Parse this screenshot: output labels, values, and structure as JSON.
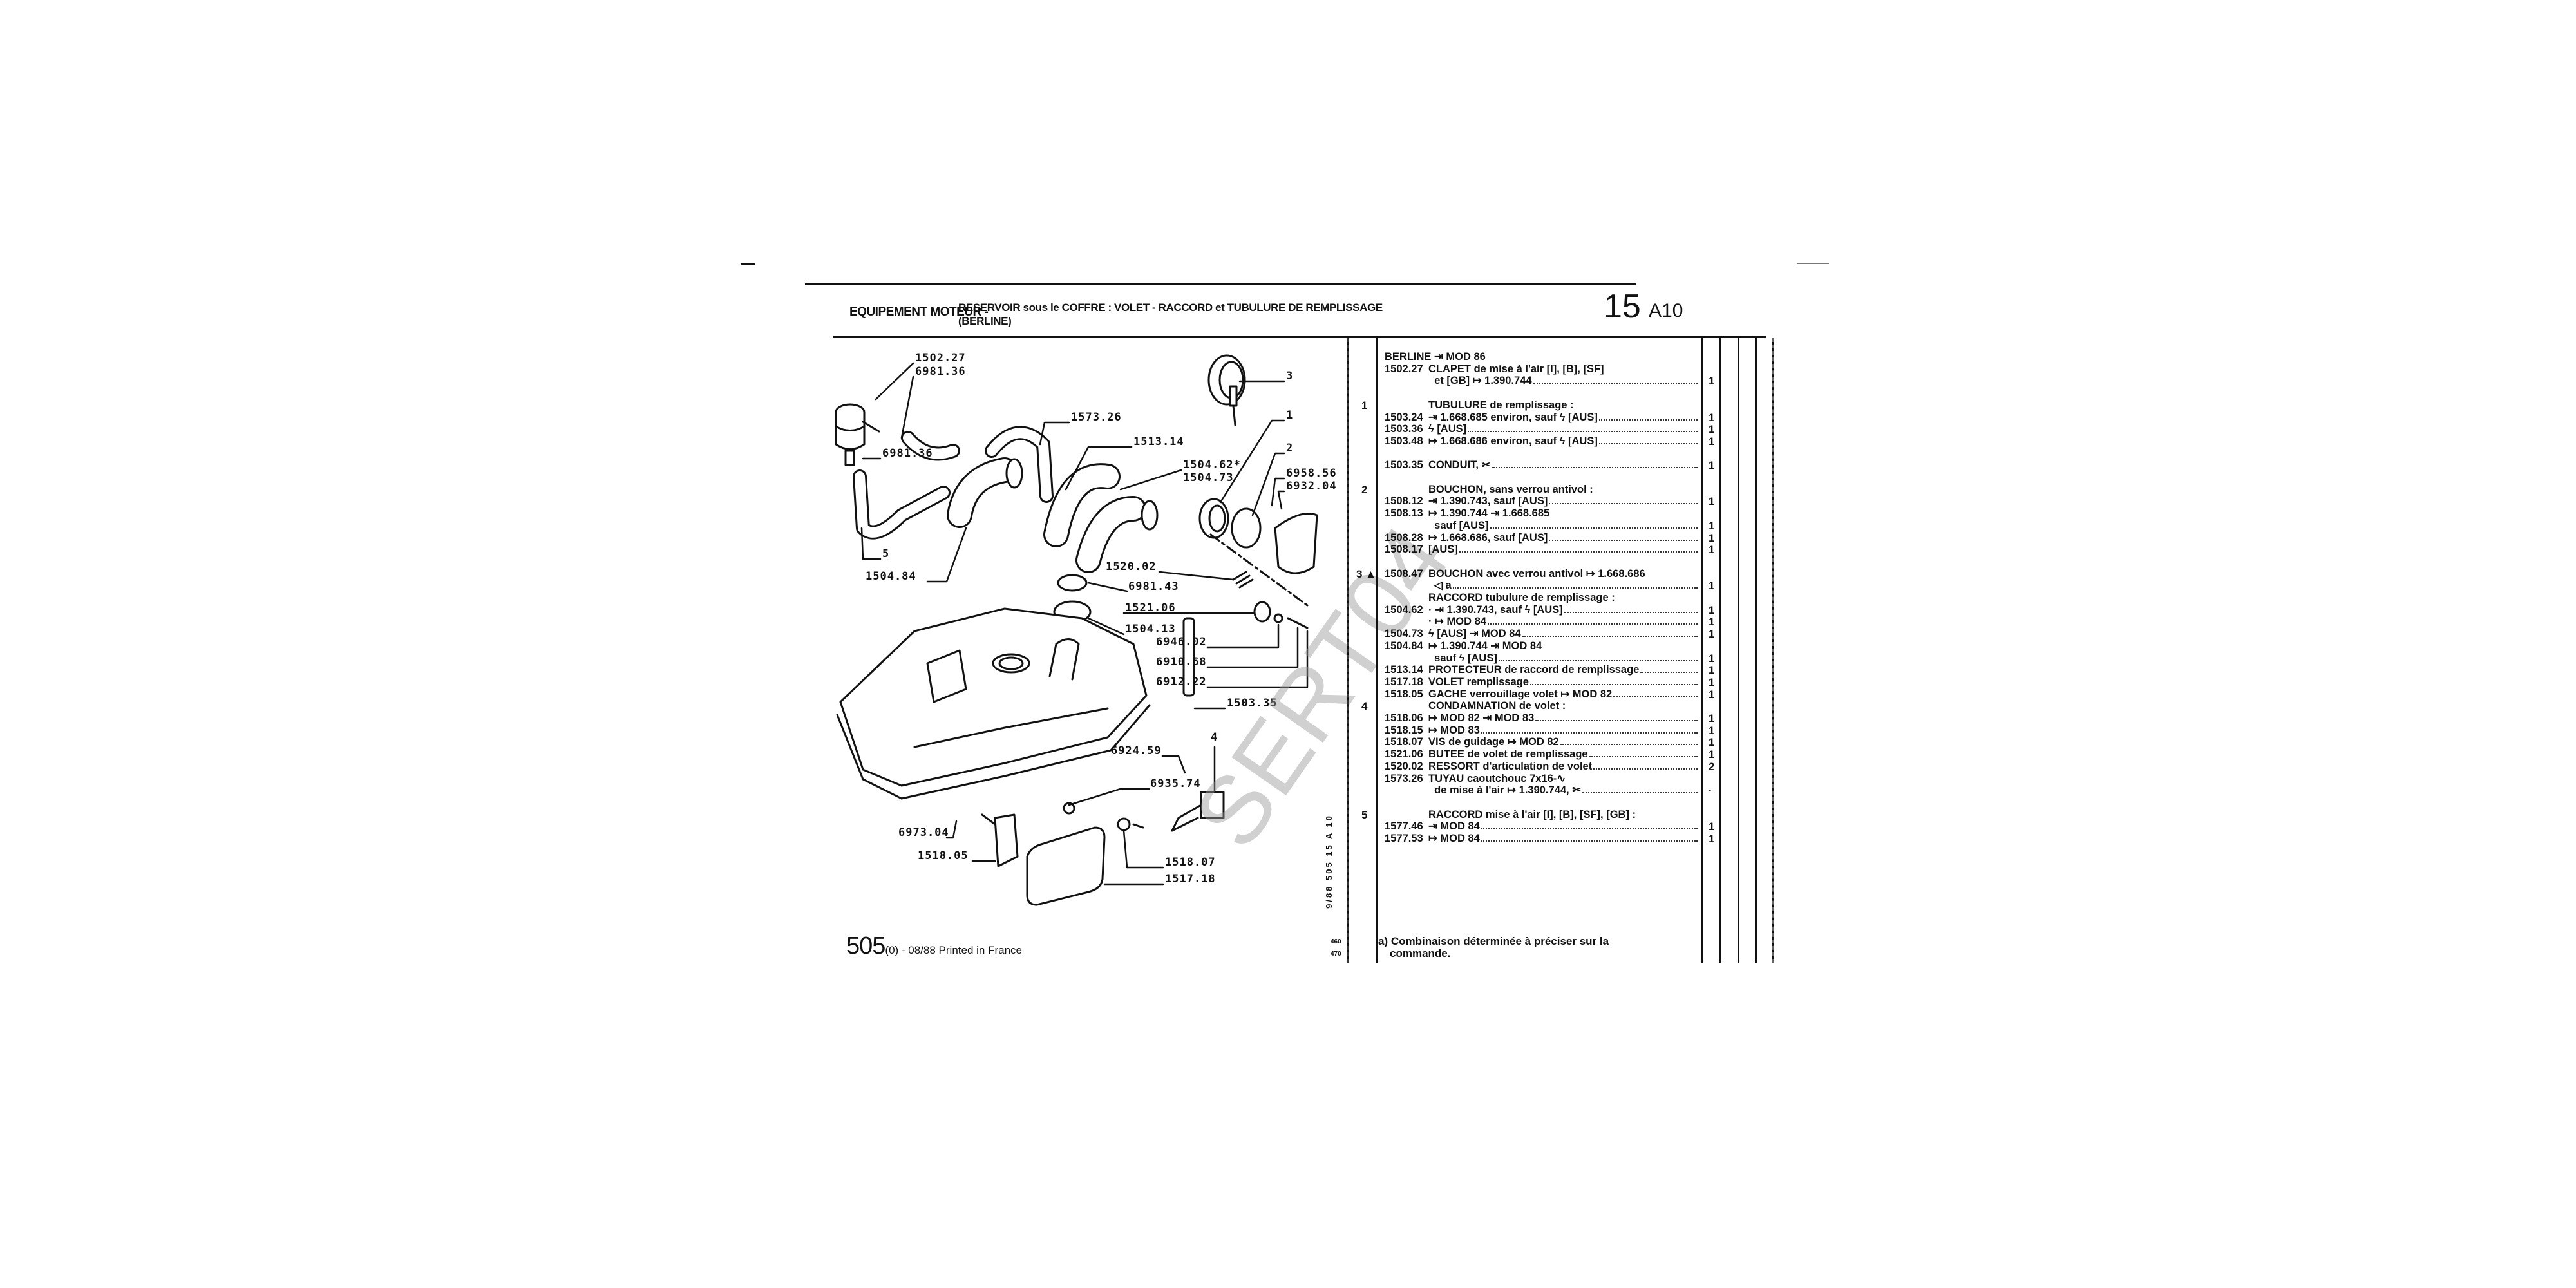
{
  "header": {
    "section": "EQUIPEMENT MOTEUR -",
    "title_line1": "RESERVOIR sous le COFFRE : VOLET - RACCORD et TUBULURE DE REMPLISSAGE",
    "title_line2": "(BERLINE)",
    "page_number": "15",
    "page_code": "A10"
  },
  "diagram_callouts": {
    "c1502_27": "1502.27",
    "c6981_36a": "6981.36",
    "c1573_26": "1573.26",
    "c6981_36b": "6981.36",
    "c5": "5",
    "c1504_84": "1504.84",
    "c3": "3",
    "c1": "1",
    "c1513_14": "1513.14",
    "c2": "2",
    "c1504_62": "1504.62*",
    "c1504_73": "1504.73",
    "c6958_56": "6958.56",
    "c6932_04": "6932.04",
    "c1520_02": "1520.02",
    "c6981_43": "6981.43",
    "c1521_06": "1521.06",
    "c1504_13": "1504.13",
    "c6946_02": "6946.02",
    "c6910_68": "6910.68",
    "c6912_22": "6912.22",
    "c1503_35": "1503.35",
    "c4": "4",
    "c6924_59": "6924.59",
    "c6935_74": "6935.74",
    "c6973_04": "6973.04",
    "c1518_05": "1518.05",
    "c1518_07": "1518.07",
    "c1517_18": "1517.18",
    "watermark": "SERT04"
  },
  "parts_list": [
    {
      "index": "",
      "ref": "",
      "text": "BERLINE ⇥ MOD 86",
      "qty": "",
      "heading": true
    },
    {
      "index": "",
      "ref": "1502.27",
      "text": "CLAPET de mise à l'air [I], [B], [SF]",
      "qty": ""
    },
    {
      "index": "",
      "ref": "",
      "text": "  et [GB] ↦ 1.390.744",
      "qty": "1"
    },
    {
      "index": "1",
      "ref": "",
      "text": "TUBULURE de remplissage :",
      "qty": ""
    },
    {
      "index": "",
      "ref": "1503.24",
      "text": "⇥ 1.668.685 environ, sauf ϟ [AUS]",
      "qty": "1"
    },
    {
      "index": "",
      "ref": "1503.36",
      "text": "ϟ [AUS]",
      "qty": "1"
    },
    {
      "index": "",
      "ref": "1503.48",
      "text": "↦ 1.668.686 environ, sauf ϟ [AUS]",
      "qty": "1"
    },
    {
      "index": "",
      "ref": "1503.35",
      "text": "CONDUIT, ✂",
      "qty": "1"
    },
    {
      "index": "2",
      "ref": "",
      "text": "BOUCHON, sans verrou antivol :",
      "qty": ""
    },
    {
      "index": "",
      "ref": "1508.12",
      "text": "⇥ 1.390.743, sauf [AUS]",
      "qty": "1"
    },
    {
      "index": "",
      "ref": "1508.13",
      "text": "↦ 1.390.744 ⇥ 1.668.685",
      "qty": ""
    },
    {
      "index": "",
      "ref": "",
      "text": "  sauf [AUS]",
      "qty": "1"
    },
    {
      "index": "",
      "ref": "1508.28",
      "text": "↦ 1.668.686, sauf [AUS]",
      "qty": "1"
    },
    {
      "index": "",
      "ref": "1508.17",
      "text": "[AUS]",
      "qty": "1"
    },
    {
      "index": "3 ▲",
      "ref": "1508.47",
      "text": "BOUCHON avec verrou antivol ↦ 1.668.686",
      "qty": ""
    },
    {
      "index": "",
      "ref": "",
      "text": "  ◁ a",
      "qty": "1"
    },
    {
      "index": "",
      "ref": "",
      "text": "RACCORD tubulure de remplissage :",
      "qty": ""
    },
    {
      "index": "",
      "ref": "1504.62",
      "text": "· ⇥ 1.390.743, sauf ϟ [AUS]",
      "qty": "1"
    },
    {
      "index": "",
      "ref": "",
      "text": "· ↦ MOD 84",
      "qty": "1"
    },
    {
      "index": "",
      "ref": "1504.73",
      "text": "ϟ [AUS] ⇥ MOD 84",
      "qty": "1"
    },
    {
      "index": "",
      "ref": "1504.84",
      "text": "↦ 1.390.744 ⇥ MOD 84",
      "qty": ""
    },
    {
      "index": "",
      "ref": "",
      "text": "  sauf ϟ [AUS]",
      "qty": "1"
    },
    {
      "index": "",
      "ref": "1513.14",
      "text": "PROTECTEUR de raccord de remplissage",
      "qty": "1"
    },
    {
      "index": "",
      "ref": "1517.18",
      "text": "VOLET remplissage",
      "qty": "1"
    },
    {
      "index": "",
      "ref": "1518.05",
      "text": "GACHE verrouillage volet ↦ MOD 82",
      "qty": "1"
    },
    {
      "index": "4",
      "ref": "",
      "text": "CONDAMNATION de volet :",
      "qty": ""
    },
    {
      "index": "",
      "ref": "1518.06",
      "text": "↦ MOD 82 ⇥ MOD 83",
      "qty": "1"
    },
    {
      "index": "",
      "ref": "1518.15",
      "text": "↦ MOD 83",
      "qty": "1"
    },
    {
      "index": "",
      "ref": "1518.07",
      "text": "VIS de guidage ↦ MOD 82",
      "qty": "1"
    },
    {
      "index": "",
      "ref": "1521.06",
      "text": "BUTEE de volet de remplissage",
      "qty": "1"
    },
    {
      "index": "",
      "ref": "1520.02",
      "text": "RESSORT d'articulation de volet",
      "qty": "2"
    },
    {
      "index": "",
      "ref": "1573.26",
      "text": "TUYAU caoutchouc 7x16-∿",
      "qty": ""
    },
    {
      "index": "",
      "ref": "",
      "text": "  de mise à l'air ↦ 1.390.744, ✂",
      "qty": "·"
    },
    {
      "index": "5",
      "ref": "",
      "text": "RACCORD mise à l'air [I], [B], [SF], [GB] :",
      "qty": ""
    },
    {
      "index": "",
      "ref": "1577.46",
      "text": "⇥ MOD 84",
      "qty": "1"
    },
    {
      "index": "",
      "ref": "1577.53",
      "text": "↦ MOD 84",
      "qty": "1"
    }
  ],
  "footnote": {
    "line1": "a) Combinaison déterminée à préciser sur la",
    "line2": "commande."
  },
  "footer": {
    "model": "505",
    "variant": "(0)",
    "printed": " - 08/88 Printed in France"
  },
  "margin": {
    "vertical_code": "9/88  505  15 A 10",
    "code_460": "460",
    "code_470": "470"
  }
}
